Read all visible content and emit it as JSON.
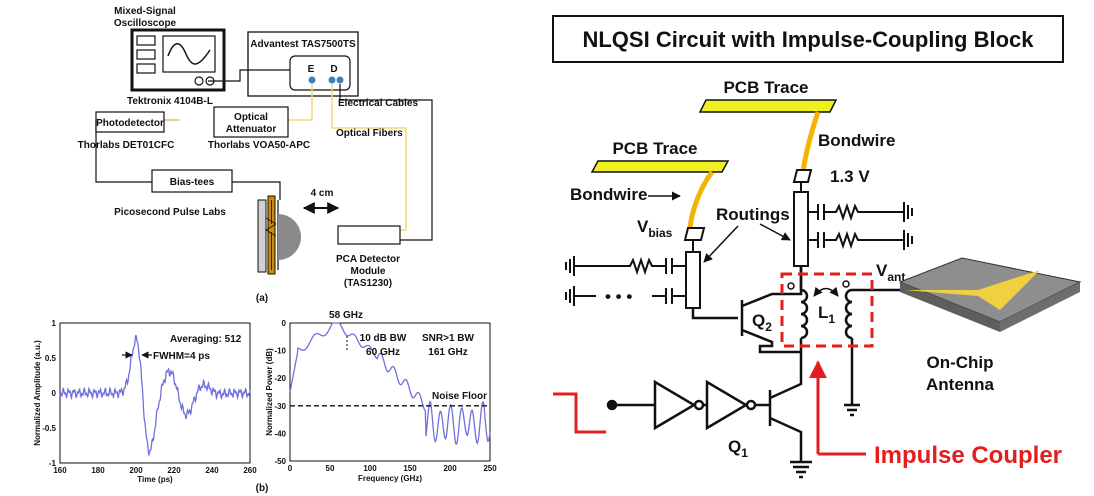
{
  "setup": {
    "oscilloscope_title": [
      "Mixed-Signal",
      "Oscilloscope"
    ],
    "oscilloscope_model": "Tektronix 4104B-L",
    "tas_label": "Advantest TAS7500TS",
    "port_e": "E",
    "port_d": "D",
    "electrical_cables": "Electrical Cables",
    "optical_fibers": "Optical Fibers",
    "photodetector": "Photodetector",
    "photodetector_model": "Thorlabs DET01CFC",
    "attenuator": [
      "Optical",
      "Attenuator"
    ],
    "attenuator_model": "Thorlabs VOA50-APC",
    "bias_tees": "Bias-tees",
    "pulse_labs": "Picosecond Pulse Labs",
    "distance": "4 cm",
    "pca_module": [
      "PCA Detector",
      "Module",
      "(TAS1230)"
    ],
    "caption_a": "(a)"
  },
  "plot_time": {
    "ylabel": "Normalized Amplitude (a.u.)",
    "xlabel": "Time (ps)",
    "xticks": [
      "160",
      "180",
      "200",
      "220",
      "240",
      "260"
    ],
    "yticks": [
      "1",
      "0.5",
      "0",
      "-0.5",
      "-1"
    ],
    "averaging": "Averaging: 512",
    "fwhm": "FWHM=4 ps"
  },
  "plot_freq": {
    "ylabel": "Normalized Power (dB)",
    "xlabel": "Frequency (GHz)",
    "xticks": [
      "0",
      "50",
      "100",
      "150",
      "200",
      "250"
    ],
    "yticks": [
      "0",
      "-10",
      "-20",
      "-30",
      "-40",
      "-50"
    ],
    "peak": "58 GHz",
    "bw10": [
      "10 dB BW",
      "60 GHz"
    ],
    "snr": [
      "SNR>1 BW",
      "161 GHz"
    ],
    "noise_floor": "Noise Floor"
  },
  "caption_b": "(b)",
  "circuit": {
    "title": "NLQSI Circuit with Impulse-Coupling Block",
    "pcb_trace_1": "PCB Trace",
    "pcb_trace_2": "PCB Trace",
    "bondwire_1": "Bondwire",
    "bondwire_2": "Bondwire",
    "vdd": "1.3 V",
    "routings": "Routings",
    "vbias": "V",
    "vbias_sub": "bias",
    "vant": "V",
    "vant_sub": "ant",
    "q2": "Q",
    "q2_sub": "2",
    "q1": "Q",
    "q1_sub": "1",
    "l1": "L",
    "l1_sub": "1",
    "dots": "• • •",
    "antenna": [
      "On-Chip",
      "Antenna"
    ],
    "impulse_coupler": "Impulse Coupler"
  },
  "colors": {
    "trace": "#7070e0",
    "coupler": "#e02020",
    "pcb": "#f0f020",
    "bondwire": "#f2b400",
    "chip": "#777777",
    "fiber": "#f0d878"
  }
}
